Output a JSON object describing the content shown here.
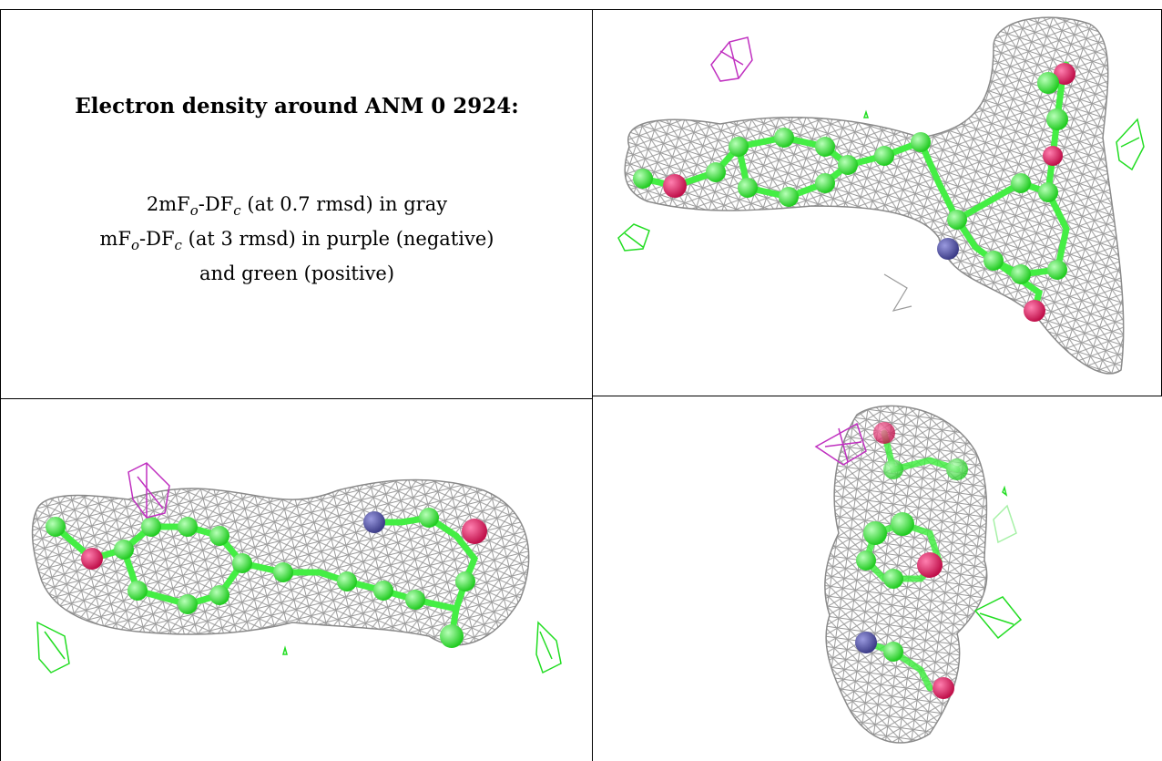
{
  "legend": {
    "title": "Electron density around ANM 0 2924:",
    "line1": {
      "prefix": "2mF",
      "sub1": "o",
      "mid": "-DF",
      "sub2": "c",
      "suffix": " (at 0.7 rmsd) in gray"
    },
    "line2": {
      "prefix": "mF",
      "sub1": "o",
      "mid": "-DF",
      "sub2": "c",
      "suffix": " (at 3 rmsd) in purple (negative)"
    },
    "line3": "and green (positive)"
  },
  "colors": {
    "mesh_2fofc": "#9a9a9a",
    "mesh_negative": "#c030c0",
    "mesh_positive": "#22dd22",
    "carbon": "#44ee44",
    "oxygen": "#e0206a",
    "nitrogen": "#5555aa"
  },
  "panels": [
    {
      "name": "legend-panel"
    },
    {
      "name": "view-top-right"
    },
    {
      "name": "view-bottom-left"
    },
    {
      "name": "view-bottom-right"
    }
  ]
}
